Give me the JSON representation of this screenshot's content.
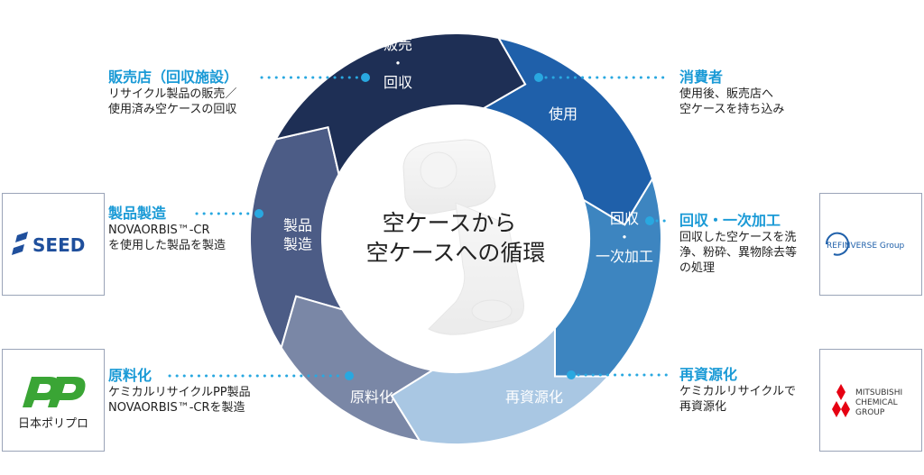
{
  "center": {
    "line1": "空ケースから",
    "line2": "空ケースへの循環"
  },
  "segments": [
    {
      "line1": "販売",
      "dot": "・",
      "line2": "回収",
      "color": "#1e2f55"
    },
    {
      "line1": "使用",
      "color": "#1f60aa"
    },
    {
      "line1": "回収",
      "dot": "・",
      "line2": "一次加工",
      "color": "#3d85c0"
    },
    {
      "line1": "再資源化",
      "color": "#a9c7e3"
    },
    {
      "line1": "原料化",
      "color": "#7a87a6"
    },
    {
      "line1": "製品",
      "line2": "製造",
      "color": "#4c5c86"
    }
  ],
  "annotations": {
    "store": {
      "title": "販売店（回収施設）",
      "desc1": "リサイクル製品の販売／",
      "desc2": "使用済み空ケースの回収"
    },
    "consumer": {
      "title": "消費者",
      "desc1": "使用後、販売店へ",
      "desc2": "空ケースを持ち込み"
    },
    "manufacture": {
      "title": "製品製造",
      "desc1": "NOVAORBIS™-CR",
      "desc2": "を使用した製品を製造"
    },
    "processing": {
      "title": "回収・一次加工",
      "desc1": "回収した空ケースを洗",
      "desc2": "浄、粉砕、異物除去等",
      "desc3": "の処理"
    },
    "material": {
      "title": "原料化",
      "desc1": "ケミカルリサイクルPP製品",
      "desc2": "NOVAORBIS™-CRを製造"
    },
    "recycle": {
      "title": "再資源化",
      "desc1": "ケミカルリサイクルで",
      "desc2": "再資源化"
    }
  },
  "logos": {
    "seed": {
      "text": "SEED"
    },
    "polypro": {
      "text": "日本ポリプロ"
    },
    "refinverse": {
      "text": "REFINVERSE Group"
    },
    "mitsubishi": {
      "line1": "MITSUBISHI",
      "line2": "CHEMICAL",
      "line3": "GROUP"
    }
  },
  "colors": {
    "accent": "#29a8e0",
    "title": "#1a9ad6",
    "seed_blue": "#1f4f9c",
    "pp_green": "#3aa535",
    "mitsubishi_red": "#e60012"
  },
  "icons": [
    "lens-case-image"
  ]
}
